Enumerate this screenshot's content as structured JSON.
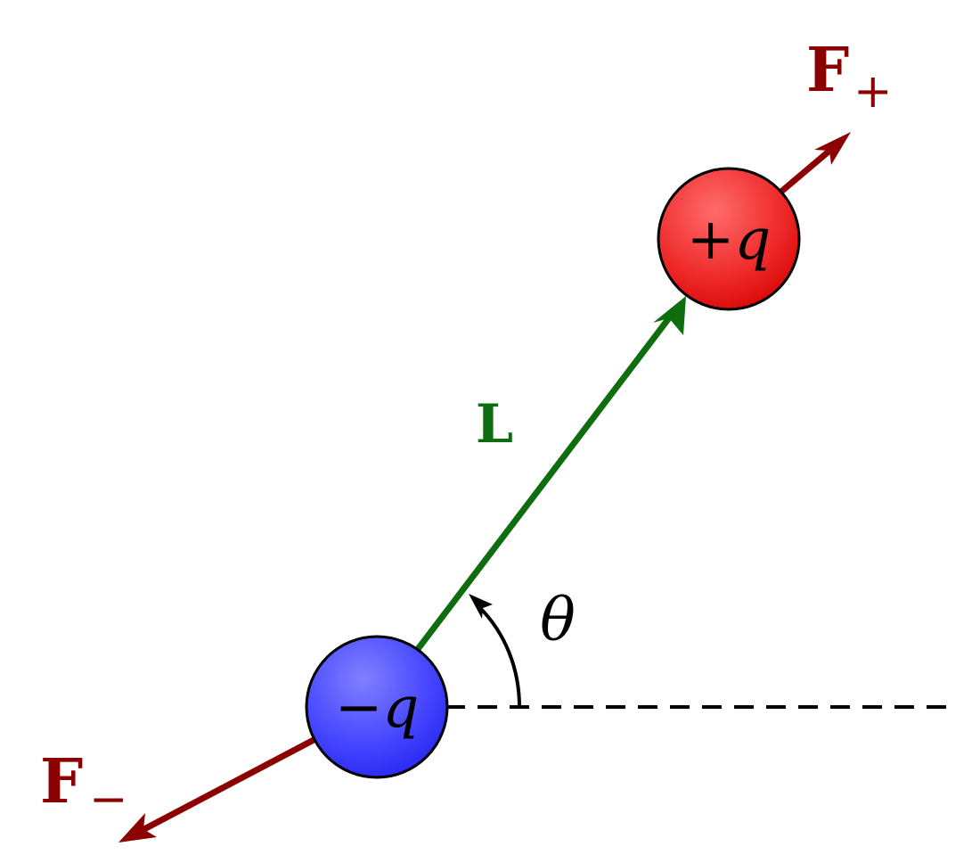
{
  "diagram": {
    "charges": {
      "positive": {
        "label": "+q"
      },
      "negative": {
        "label": "−q"
      }
    },
    "vectors": {
      "dipole": {
        "label": "L"
      },
      "force_positive": {
        "symbol": "F",
        "subscript": "+"
      },
      "force_negative": {
        "symbol": "F",
        "subscript": "−"
      }
    },
    "angle": {
      "label": "θ"
    }
  }
}
